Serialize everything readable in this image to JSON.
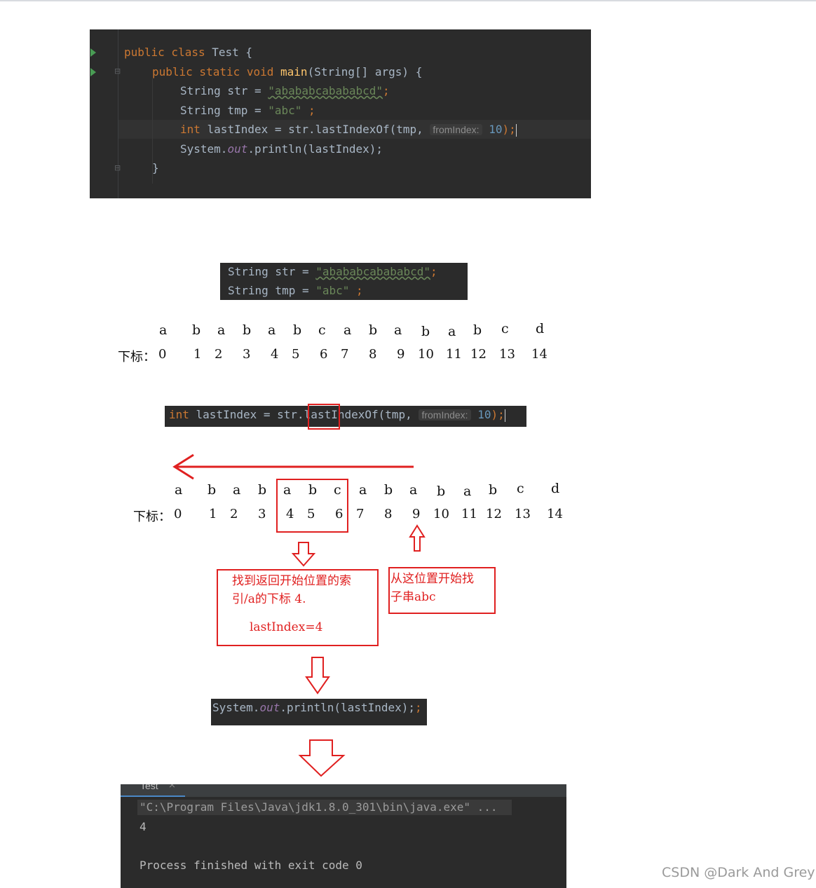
{
  "editor": {
    "lines": [
      {
        "kw1": "public class ",
        "name": "Test",
        "rest": " {"
      },
      {
        "kw1": "public static void ",
        "fn": "main",
        "rest": "(String[] args) {"
      },
      {
        "type": "String str = ",
        "str": "\"abababcabababcd\"",
        "end": ";"
      },
      {
        "type": "String tmp = ",
        "str": "\"abc\"",
        "end": " ;"
      },
      {
        "kw": "int",
        "pre": " lastIndex = str.lastIndexOf(tmp, ",
        "hint": "fromIndex:",
        "num": "10",
        "end": ");"
      },
      {
        "pre": "System.",
        "field": "out",
        "rest": ".println(lastIndex);"
      },
      {
        "rest": "}"
      }
    ]
  },
  "snippet1": {
    "line1": {
      "type": "String str = ",
      "str": "\"abababcabababcd\"",
      "end": ";"
    },
    "line2": {
      "type": "String tmp = ",
      "str": "\"abc\"",
      "end": " ;"
    }
  },
  "sequence": {
    "chars": [
      "a",
      "b",
      "a",
      "b",
      "a",
      "b",
      "c",
      "a",
      "b",
      "a",
      "b",
      "a",
      "b",
      "c",
      "d"
    ],
    "index_label": "下标：",
    "indices": [
      "0",
      "1",
      "2",
      "3",
      "4",
      "5",
      "6",
      "7",
      "8",
      "9",
      "10",
      "11",
      "12",
      "13",
      "14"
    ]
  },
  "snippet2": {
    "kw": "int",
    "pre": " lastIndex = str.",
    "method": "lastIndexOf",
    "args": "(tmp, ",
    "hint": "fromIndex:",
    "num": "10",
    "end": ");"
  },
  "annotations": {
    "found_line1": "找到返回开始位置的索",
    "found_line2": "引/a的下标 4.",
    "result": "lastIndex=4",
    "start_line1": "从这位置开始找",
    "start_line2": "子串abc"
  },
  "snippet3": {
    "pre": "System.",
    "field": "out",
    "rest": ".println(lastIndex);"
  },
  "console": {
    "tab": "Test",
    "tab_close": "×",
    "command": "\"C:\\Program Files\\Java\\jdk1.8.0_301\\bin\\java.exe\" ...",
    "output": "4",
    "finished": "Process finished with exit code 0"
  },
  "watermark": "CSDN @Dark And Grey",
  "colors": {
    "accent_red": "#e02020",
    "editor_bg": "#2b2b2b",
    "keyword": "#cc7832",
    "string": "#6a8759"
  }
}
